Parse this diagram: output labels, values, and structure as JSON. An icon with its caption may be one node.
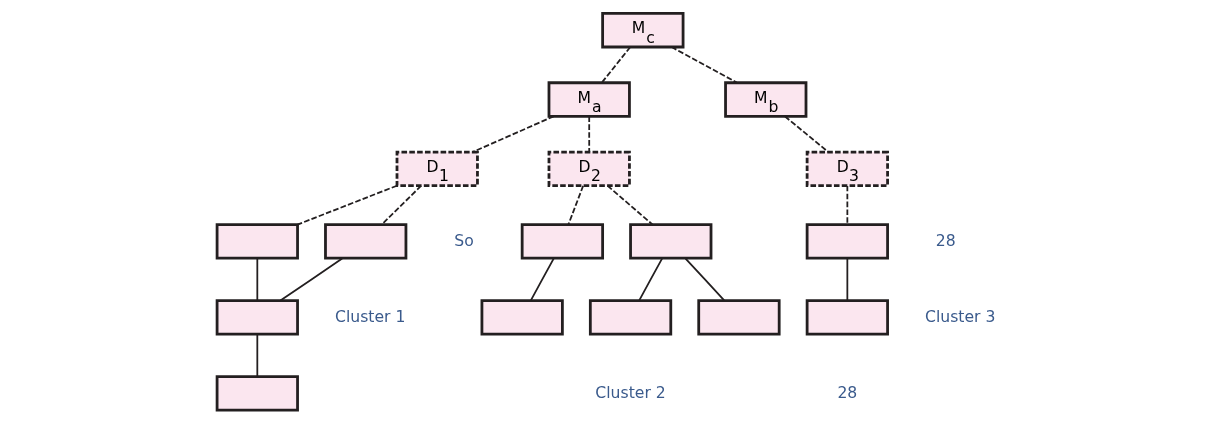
{
  "diagram": {
    "nodes": [
      {
        "text": [
          "M$_{c}$"
        ]
      },
      {
        "text": [
          "M$_{a}$"
        ]
      },
      {
        "text": [
          "M$_{b}$"
        ]
      },
      {
        "text": [
          "D$_{1}$"
        ]
      },
      {
        "text": [
          "D$_{2}$"
        ]
      },
      {
        "text": [
          "D$_{3}$"
        ]
      },
      {
        "text": [],
        "shape": "box"
      },
      {
        "text": [],
        "shape": "box"
      },
      {
        "text": [],
        "shape": "box"
      },
      {
        "text": [],
        "shape": "box"
      },
      {
        "text": [],
        "shape": "box"
      },
      {
        "text": [],
        "shape": "box"
      },
      {
        "text": [],
        "shape": "box"
      },
      {
        "text": [],
        "shape": "box"
      },
      {
        "text": [],
        "shape": "box"
      },
      {
        "text": [],
        "shape": "box"
      },
      {
        "text": [],
        "shape": "box"
      }
    ],
    "edges": [
      {
        "from": 0,
        "to": 1,
        "arrow": "none",
        "style": "dashed"
      },
      {
        "from": 0,
        "to": 2,
        "arrow": "none",
        "style": "dashed"
      },
      {
        "from": 1,
        "to": 3,
        "arrow": "none",
        "style": "dashed"
      },
      {
        "from": 1,
        "to": 4,
        "arrow": "none",
        "style": "dashed"
      },
      {
        "from": 2,
        "to": 5,
        "arrow": "none",
        "style": "dashed"
      },
      {
        "from": 3,
        "to": 6,
        "arrow": "none",
        "style": "dashed"
      },
      {
        "from": 3,
        "to": 7,
        "arrow": "none",
        "style": "dashed"
      },
      {
        "from": 4,
        "to": 8,
        "arrow": "none",
        "style": "dashed"
      },
      {
        "from": 4,
        "to": 9,
        "arrow": "none",
        "style": "dashed"
      },
      {
        "from": 5,
        "to": 10,
        "arrow": "none",
        "style": "dashed"
      },
      {
        "from": 6,
        "to": 11,
        "arrow": "none"
      },
      {
        "from": 7,
        "to": 11,
        "arrow": "none"
      },
      {
        "from": 8,
        "to": 12,
        "arrow": "none"
      },
      {
        "from": 9,
        "to": 13,
        "arrow": "none"
      },
      {
        "from": 9,
        "to": 14,
        "arrow": "none"
      },
      {
        "from": 10,
        "to": 15,
        "arrow": "none"
      },
      {
        "from": 11,
        "to": 16,
        "arrow": "none"
      }
    ],
    "labels": [
      "So",
      "28",
      "Cluster 1",
      "Cluster 3",
      "28",
      "Cluster 2"
    ]
  }
}
